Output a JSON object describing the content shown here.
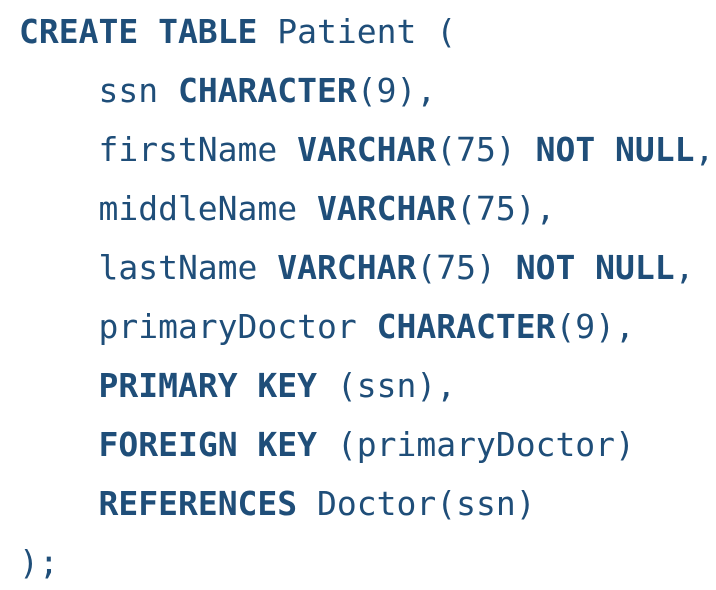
{
  "colors": {
    "text": "#1F4E79",
    "background": "#FFFFFF"
  },
  "code": {
    "language": "SQL",
    "statement_summary": "CREATE TABLE Patient",
    "lines": [
      {
        "segments": [
          {
            "text": "CREATE TABLE",
            "bold": true
          },
          {
            "text": " Patient (",
            "bold": false
          }
        ]
      },
      {
        "segments": [
          {
            "text": "    ssn ",
            "bold": false
          },
          {
            "text": "CHARACTER",
            "bold": true
          },
          {
            "text": "(9),",
            "bold": false
          }
        ]
      },
      {
        "segments": [
          {
            "text": "    firstName ",
            "bold": false
          },
          {
            "text": "VARCHAR",
            "bold": true
          },
          {
            "text": "(75) ",
            "bold": false
          },
          {
            "text": "NOT NULL",
            "bold": true
          },
          {
            "text": ",",
            "bold": false
          }
        ]
      },
      {
        "segments": [
          {
            "text": "    middleName ",
            "bold": false
          },
          {
            "text": "VARCHAR",
            "bold": true
          },
          {
            "text": "(75),",
            "bold": false
          }
        ]
      },
      {
        "segments": [
          {
            "text": "    lastName ",
            "bold": false
          },
          {
            "text": "VARCHAR",
            "bold": true
          },
          {
            "text": "(75) ",
            "bold": false
          },
          {
            "text": "NOT NULL",
            "bold": true
          },
          {
            "text": ",",
            "bold": false
          }
        ]
      },
      {
        "segments": [
          {
            "text": "    primaryDoctor ",
            "bold": false
          },
          {
            "text": "CHARACTER",
            "bold": true
          },
          {
            "text": "(9),",
            "bold": false
          }
        ]
      },
      {
        "segments": [
          {
            "text": "    ",
            "bold": false
          },
          {
            "text": "PRIMARY KEY",
            "bold": true
          },
          {
            "text": " (ssn),",
            "bold": false
          }
        ]
      },
      {
        "segments": [
          {
            "text": "    ",
            "bold": false
          },
          {
            "text": "FOREIGN KEY",
            "bold": true
          },
          {
            "text": " (primaryDoctor)",
            "bold": false
          }
        ]
      },
      {
        "segments": [
          {
            "text": "    ",
            "bold": false
          },
          {
            "text": "REFERENCES",
            "bold": true
          },
          {
            "text": " Doctor(ssn)",
            "bold": false
          }
        ]
      },
      {
        "segments": [
          {
            "text": ");",
            "bold": false
          }
        ]
      }
    ]
  }
}
